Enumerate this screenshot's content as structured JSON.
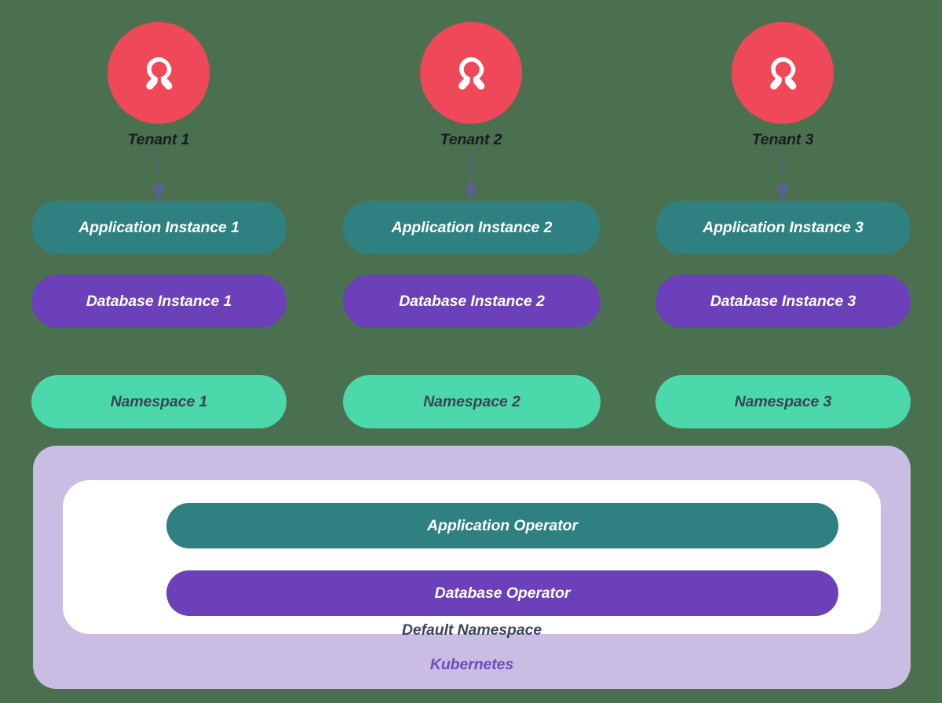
{
  "background_color": "#4a7050",
  "palette": {
    "tenant_circle": "#ef4859",
    "tenant_icon": "#ffffff",
    "arrow": "#5a6090",
    "application": "#2e8081",
    "database": "#6b40b8",
    "namespace": "#4bd8ab",
    "namespace_text": "#3d4450",
    "kubernetes_container": "#c9bde3",
    "inner_panel": "#ffffff",
    "kubernetes_text": "#6b4bbf",
    "default_namespace_text": "#3d4460",
    "tenant_label_text": "#181c20"
  },
  "tenants": [
    {
      "label": "Tenant 1",
      "icon": "person-icon",
      "arrow": "dashed-down-arrow-icon"
    },
    {
      "label": "Tenant 2",
      "icon": "person-icon",
      "arrow": "dashed-down-arrow-icon"
    },
    {
      "label": "Tenant 3",
      "icon": "person-icon",
      "arrow": "dashed-down-arrow-icon"
    }
  ],
  "columns": [
    {
      "application_instance": "Application Instance 1",
      "database_instance": "Database Instance 1",
      "namespace": "Namespace 1"
    },
    {
      "application_instance": "Application Instance 2",
      "database_instance": "Database Instance 2",
      "namespace": "Namespace 2"
    },
    {
      "application_instance": "Application Instance 3",
      "database_instance": "Database Instance 3",
      "namespace": "Namespace 3"
    }
  ],
  "kubernetes": {
    "label": "Kubernetes",
    "default_namespace_label": "Default Namespace",
    "operators": [
      {
        "label": "Application Operator",
        "kind": "application"
      },
      {
        "label": "Database Operator",
        "kind": "database"
      }
    ]
  }
}
